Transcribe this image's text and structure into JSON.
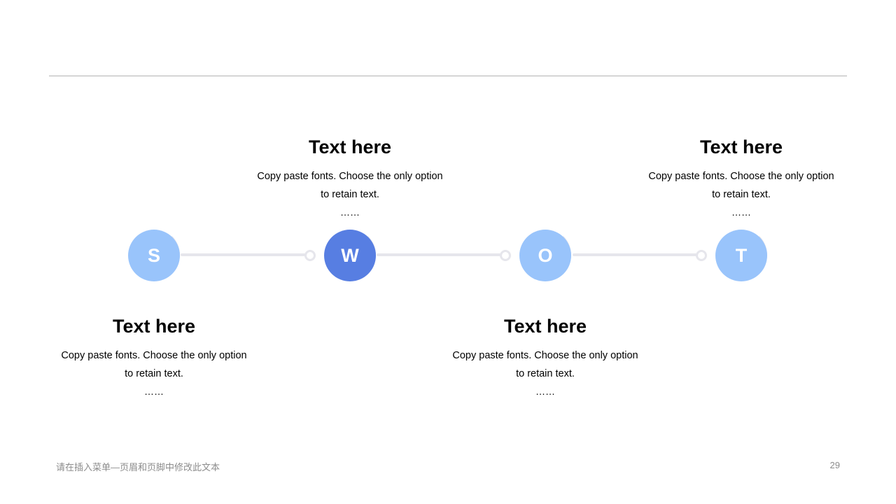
{
  "nodes": [
    {
      "letter": "S",
      "color": "#99c4fb"
    },
    {
      "letter": "W",
      "color": "#577ee2"
    },
    {
      "letter": "O",
      "color": "#99c4fb"
    },
    {
      "letter": "T",
      "color": "#99c4fb"
    }
  ],
  "blocks": [
    {
      "title": "Text here",
      "line1": "Copy paste fonts. Choose the only option",
      "line2": "to retain text.",
      "ellipsis": "……"
    },
    {
      "title": "Text here",
      "line1": "Copy paste fonts. Choose the only option",
      "line2": "to retain text.",
      "ellipsis": "……"
    },
    {
      "title": "Text here",
      "line1": "Copy paste fonts. Choose the only option",
      "line2": "to retain text.",
      "ellipsis": "……"
    },
    {
      "title": "Text here",
      "line1": "Copy paste fonts. Choose the only option",
      "line2": "to retain text.",
      "ellipsis": "……"
    }
  ],
  "footer": {
    "text": "请在插入菜单—页眉和页脚中修改此文本",
    "page": "29"
  },
  "colors": {
    "connector": "#e6e6ec",
    "rule": "#b3b3b3"
  }
}
